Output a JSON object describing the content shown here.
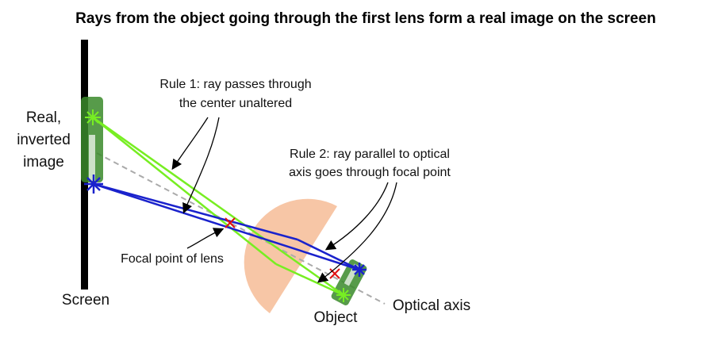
{
  "title": "Rays from the object going through the first lens form a real image on the screen",
  "labels": {
    "real_line1": "Real,",
    "real_line2": "inverted",
    "real_line3": "image",
    "rule1_line1": "Rule 1: ray passes through",
    "rule1_line2": "the center unaltered",
    "rule2_line1": "Rule 2: ray parallel to optical",
    "rule2_line2": "axis goes through focal point",
    "focal_point": "Focal point of lens",
    "screen": "Screen",
    "object": "Object",
    "optical_axis": "Optical axis"
  },
  "colors": {
    "lens": "#f7c6a6",
    "green_ray": "#77ee22",
    "blue_ray": "#1a22cc",
    "optical_axis": "#aaaaaa",
    "focal_marker": "#e01010",
    "screen": "#000000",
    "figure_green": "#3a8a2a"
  }
}
